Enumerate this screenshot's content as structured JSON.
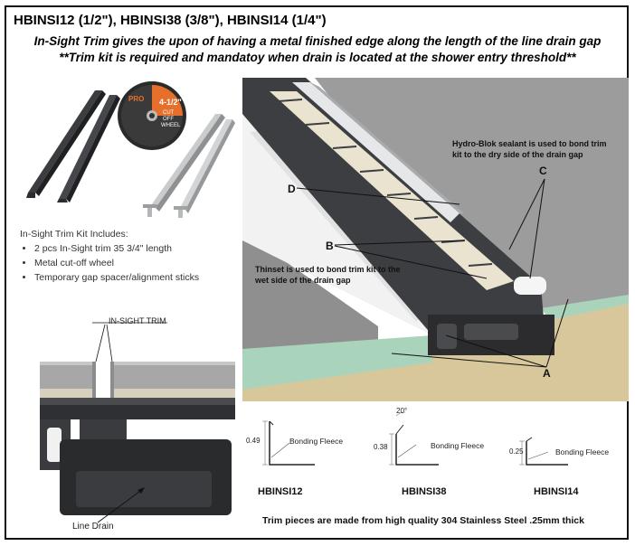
{
  "header": {
    "title": "HBINSI12 (1/2\"), HBINSI38 (3/8\"), HBINSI14 (1/4\")",
    "subtitle_1": "In-Sight Trim gives the upon of having a metal finished edge along the length of the line drain gap",
    "subtitle_2": "**Trim kit is required and mandatoy when drain is located at the shower entry threshold**"
  },
  "wheel": {
    "brand": "PRO",
    "size_label": "4-1/2\"",
    "text_1": "CUT",
    "text_2": "OFF",
    "text_3": "WHEEL"
  },
  "kit": {
    "heading": "In-Sight Trim Kit Includes:",
    "items": [
      "2 pcs In-Sight trim 35 3/4\" length",
      "Metal cut-off wheel",
      "Temporary gap spacer/alignment sticks"
    ]
  },
  "section": {
    "trim_label": "IN-SIGHT TRIM",
    "drain_label": "Line Drain"
  },
  "render": {
    "label_hydroblok": "Hydro-Blok sealant is used to bond trim kit to the dry side of the drain gap",
    "label_thinset": "Thinset is used to bond trim kit to the wet side of the drain gap",
    "letters": {
      "a": "A",
      "b": "B",
      "c": "C",
      "d": "D"
    }
  },
  "profiles": [
    {
      "dim": "0.49",
      "fleece": "Bonding Fleece",
      "name": "HBINSI12",
      "angle": ""
    },
    {
      "dim": "0.38",
      "fleece": "Bonding Fleece",
      "name": "HBINSI38",
      "angle": "20°"
    },
    {
      "dim": "0.25",
      "fleece": "Bonding Fleece",
      "name": "HBINSI14",
      "angle": ""
    }
  ],
  "footer": {
    "note": "Trim pieces are made from high quality 304 Stainless Steel .25mm thick"
  },
  "colors": {
    "frame": "#111111",
    "tile": "#9a9a9a",
    "trim_dark": "#4a4b4f",
    "drain_body": "#2c2c2e",
    "membrane": "#a9d3bb",
    "osb": "#d9c79c",
    "wheel_orange": "#e6702b"
  }
}
